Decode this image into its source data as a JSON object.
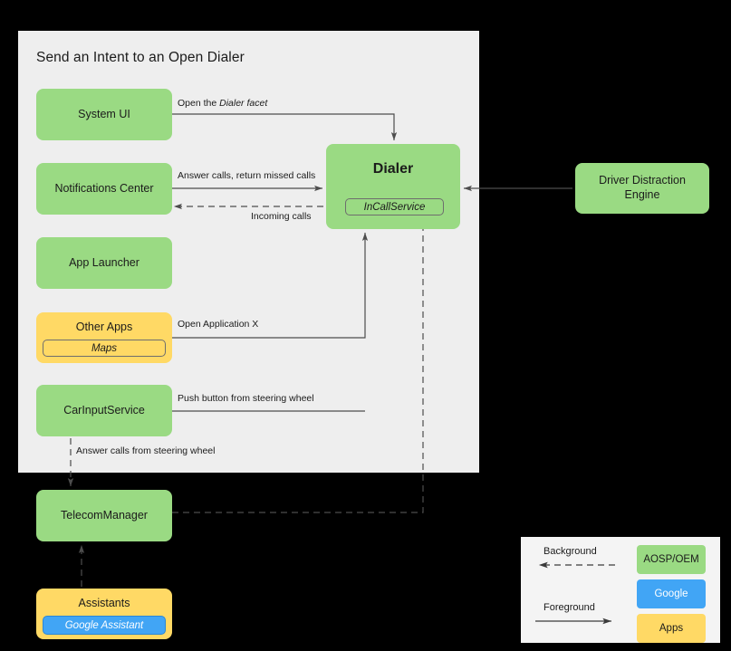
{
  "diagram": {
    "title": "Send an Intent to an Open Dialer",
    "colors": {
      "aosp_green": "#9ada83",
      "google_blue": "#41a5f5",
      "apps_yellow": "#ffd965",
      "panel_background": "#eeeeee",
      "page_background": "#000000",
      "line": "#4d4d4d"
    },
    "nodes": [
      {
        "id": "system-ui",
        "label": "System UI",
        "color": "aosp_green"
      },
      {
        "id": "notifications",
        "label": "Notifications Center",
        "color": "aosp_green"
      },
      {
        "id": "app-launcher",
        "label": "App Launcher",
        "color": "aosp_green"
      },
      {
        "id": "other-apps",
        "label": "Other Apps",
        "color": "apps_yellow",
        "sub": "Maps",
        "sub_color": "apps_yellow"
      },
      {
        "id": "car-input-service",
        "label": "CarInputService",
        "color": "aosp_green"
      },
      {
        "id": "telecom-manager",
        "label": "TelecomManager",
        "color": "aosp_green"
      },
      {
        "id": "assistants",
        "label": "Assistants",
        "color": "apps_yellow",
        "sub": "Google Assistant",
        "sub_color": "google_blue"
      },
      {
        "id": "dialer",
        "label": "Dialer",
        "color": "aosp_green",
        "sub": "InCallService",
        "sub_color": "aosp_green"
      },
      {
        "id": "driver-distraction",
        "label": "Driver Distraction\nEngine",
        "color": "aosp_green"
      }
    ],
    "node_labels": {
      "system_ui": "System UI",
      "notifications_center": "Notifications Center",
      "app_launcher": "App Launcher",
      "other_apps": "Other Apps",
      "other_apps_sub": "Maps",
      "car_input_service": "CarInputService",
      "telecom_manager": "TelecomManager",
      "assistants": "Assistants",
      "assistants_sub": "Google Assistant",
      "dialer": "Dialer",
      "dialer_sub": "InCallService",
      "driver_distraction_line1": "Driver Distraction",
      "driver_distraction_line2": "Engine"
    },
    "edges": [
      {
        "id": "open-dialer-facet",
        "label": "Open the Dialer facet",
        "from": "system-ui",
        "to": "dialer",
        "style": "solid"
      },
      {
        "id": "answer-calls",
        "label": "Answer calls, return missed calls",
        "from": "notifications",
        "to": "dialer",
        "style": "solid"
      },
      {
        "id": "incoming-calls",
        "label": "Incoming calls",
        "from": "dialer",
        "to": "notifications",
        "style": "dashed"
      },
      {
        "id": "open-application-x",
        "label": "Open Application X",
        "from": "other-apps",
        "to": "dialer",
        "style": "solid"
      },
      {
        "id": "push-button",
        "label": "Push button from steering wheel",
        "from": "car-input-service",
        "to": "dialer",
        "style": "solid"
      },
      {
        "id": "answer-from-wheel",
        "label": "Answer calls from steering wheel",
        "from": "car-input-service",
        "to": "telecom-manager",
        "style": "dashed"
      },
      {
        "id": "assistant-to-telecom",
        "label": "",
        "from": "assistants",
        "to": "telecom-manager",
        "style": "dashed"
      },
      {
        "id": "telecom-to-incall",
        "label": "",
        "from": "telecom-manager",
        "to": "dialer",
        "style": "dashed"
      },
      {
        "id": "dde-to-dialer",
        "label": "",
        "from": "driver-distraction",
        "to": "dialer",
        "style": "solid"
      }
    ],
    "edge_labels": {
      "open_dialer_facet_prefix": "Open the ",
      "open_dialer_facet_italic": "Dialer facet",
      "answer_calls": "Answer calls, return missed calls",
      "incoming_calls": "Incoming calls",
      "open_application_x": "Open Application X",
      "push_button": "Push button from steering wheel",
      "answer_from_wheel": "Answer calls from steering wheel"
    },
    "legend": {
      "background_label": "Background",
      "foreground_label": "Foreground",
      "swatches": [
        {
          "id": "aosp-oem",
          "label": "AOSP/OEM",
          "color": "aosp_green"
        },
        {
          "id": "google",
          "label": "Google",
          "color": "google_blue"
        },
        {
          "id": "apps",
          "label": "Apps",
          "color": "apps_yellow"
        }
      ],
      "swatch_labels": {
        "aosp_oem": "AOSP/OEM",
        "google": "Google",
        "apps": "Apps"
      }
    }
  }
}
